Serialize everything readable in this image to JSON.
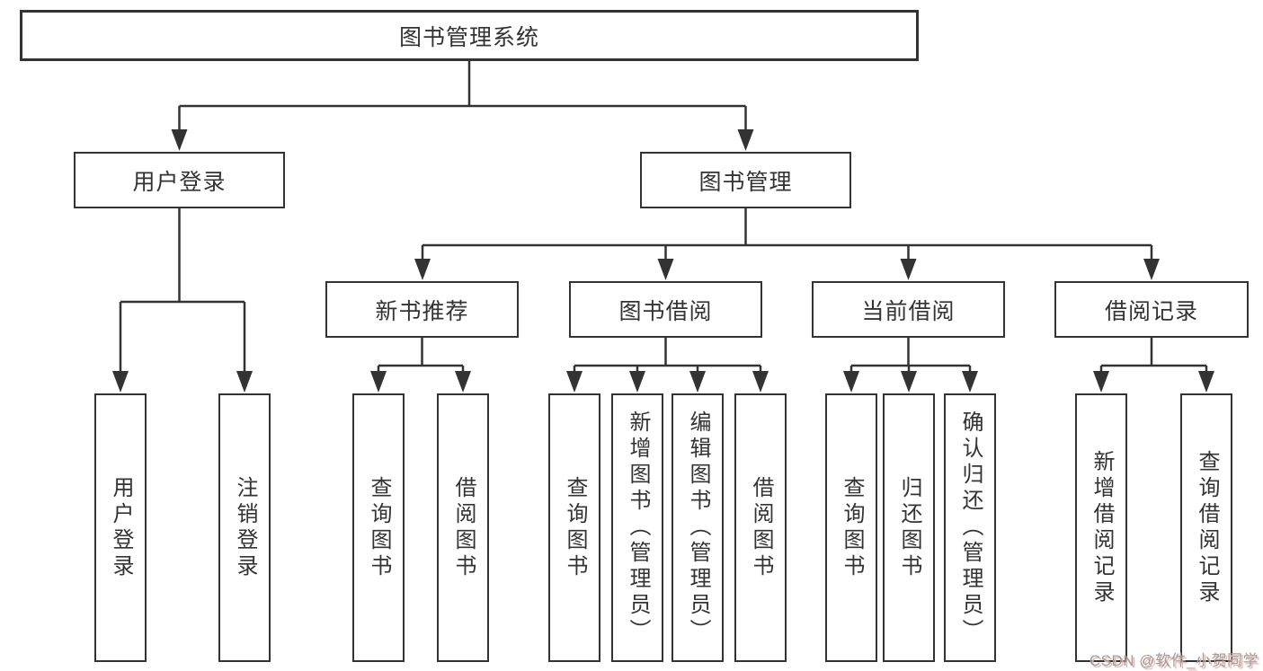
{
  "diagram": {
    "title": "图书管理系统",
    "colors": {
      "line": "#333333",
      "text": "#333333",
      "background": "#ffffff",
      "watermark_gray": "#9e9e9e",
      "watermark_accent": "#f0b3a9"
    },
    "nodes": {
      "root": {
        "label": "图书管理系统"
      },
      "user_login": {
        "label": "用户登录"
      },
      "book_management": {
        "label": "图书管理"
      },
      "new_book_recommend": {
        "label": "新书推荐"
      },
      "book_borrow": {
        "label": "图书借阅"
      },
      "current_borrow": {
        "label": "当前借阅"
      },
      "borrow_records": {
        "label": "借阅记录"
      },
      "leaf_user_login": {
        "label": "用户登录"
      },
      "leaf_logout": {
        "label": "注销登录"
      },
      "nb_query_books": {
        "label": "查询图书"
      },
      "nb_borrow_books": {
        "label": "借阅图书"
      },
      "bb_query_books": {
        "label": "查询图书"
      },
      "bb_add_books": {
        "label": "新增图书（管理员）"
      },
      "bb_edit_books": {
        "label": "编辑图书（管理员）"
      },
      "bb_borrow_books": {
        "label": "借阅图书"
      },
      "cb_query_books": {
        "label": "查询图书"
      },
      "cb_return_books": {
        "label": "归还图书"
      },
      "cb_confirm_return": {
        "label": "确认归还（管理员）"
      },
      "br_add_record": {
        "label": "新增借阅记录"
      },
      "br_query_record": {
        "label": "查询借阅记录"
      }
    },
    "watermark": "CSDN @软件_小贺同学"
  }
}
